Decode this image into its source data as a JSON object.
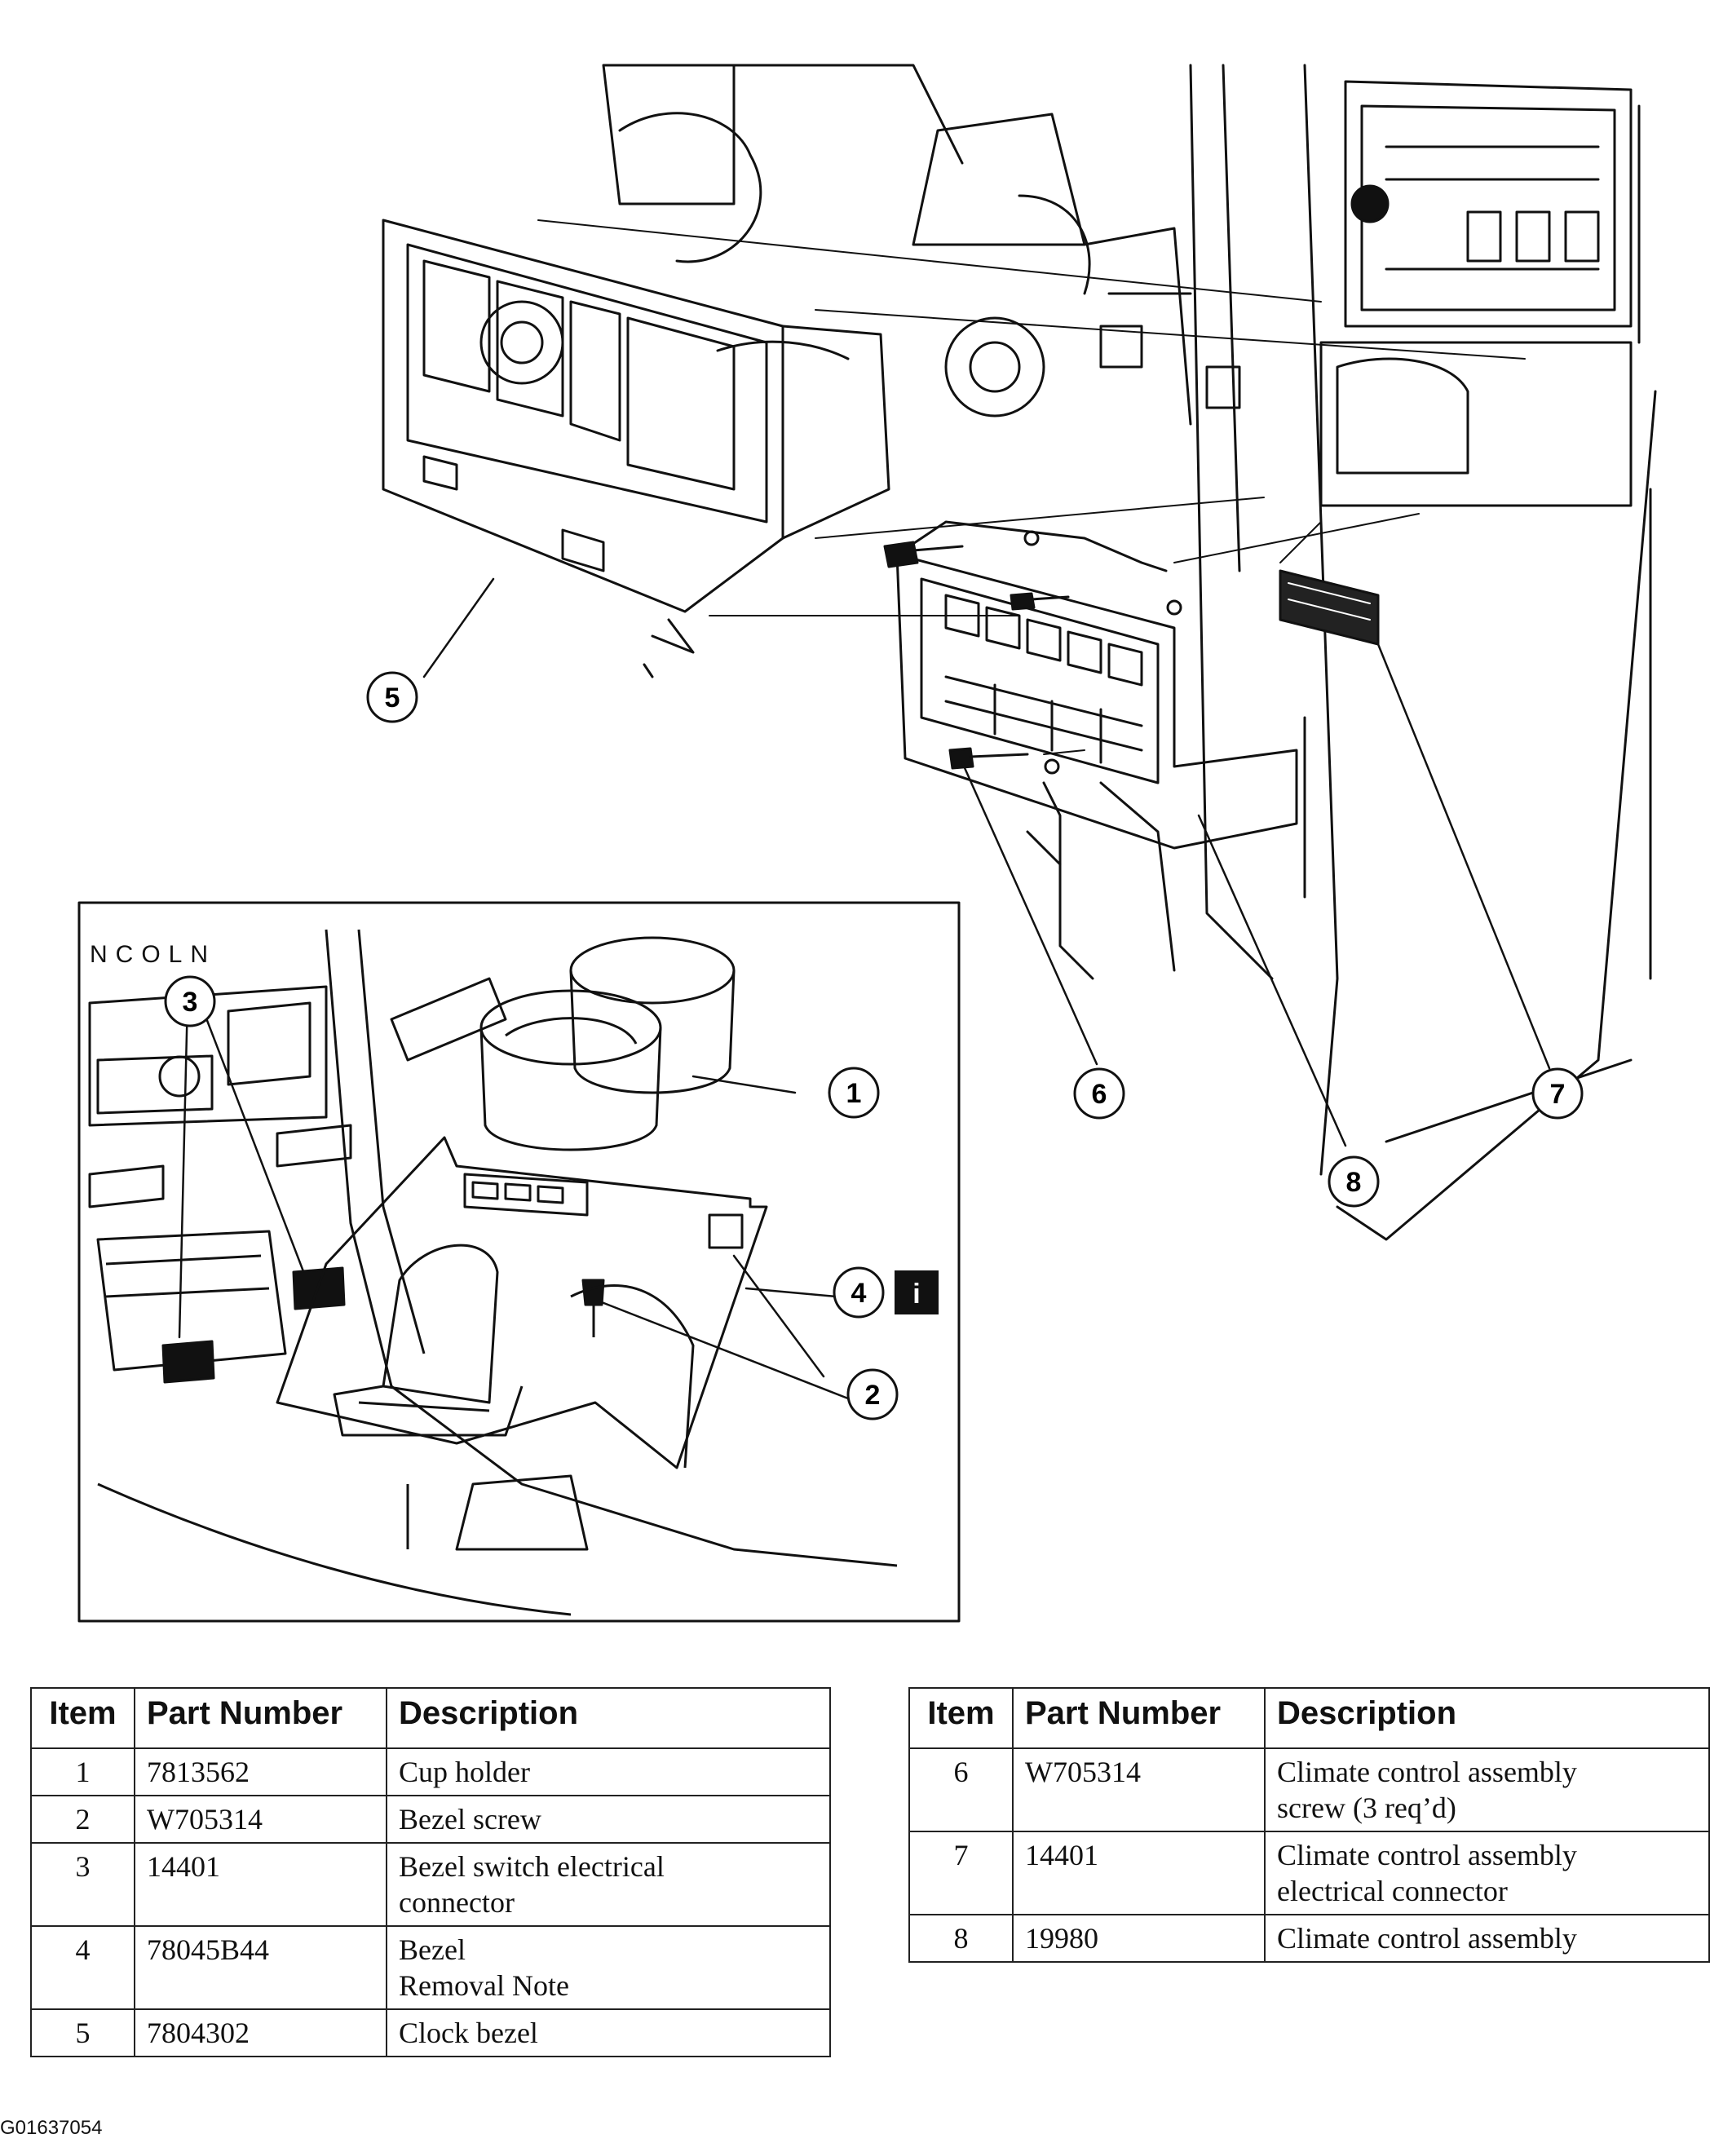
{
  "inset": {
    "logo_text": "NCOLN"
  },
  "callouts": [
    "1",
    "2",
    "3",
    "4",
    "5",
    "6",
    "7",
    "8"
  ],
  "info_badge": "i",
  "headers": {
    "item": "Item",
    "part_number": "Part Number",
    "description": "Description"
  },
  "table_left": {
    "rows": [
      {
        "item": "1",
        "part_number": "7813562",
        "description": [
          "Cup holder"
        ]
      },
      {
        "item": "2",
        "part_number": "W705314",
        "description": [
          "Bezel screw"
        ]
      },
      {
        "item": "3",
        "part_number": "14401",
        "description": [
          "Bezel switch electrical",
          "connector"
        ]
      },
      {
        "item": "4",
        "part_number": "78045B44",
        "description": [
          "Bezel",
          "Removal Note"
        ]
      },
      {
        "item": "5",
        "part_number": "7804302",
        "description": [
          "Clock bezel"
        ]
      }
    ]
  },
  "table_right": {
    "rows": [
      {
        "item": "6",
        "part_number": "W705314",
        "description": [
          "Climate control assembly",
          "screw (3 req’d)"
        ]
      },
      {
        "item": "7",
        "part_number": "14401",
        "description": [
          "Climate control assembly",
          "electrical connector"
        ]
      },
      {
        "item": "8",
        "part_number": "19980",
        "description": [
          "Climate control assembly"
        ]
      }
    ]
  },
  "figure_id": "G01637054"
}
